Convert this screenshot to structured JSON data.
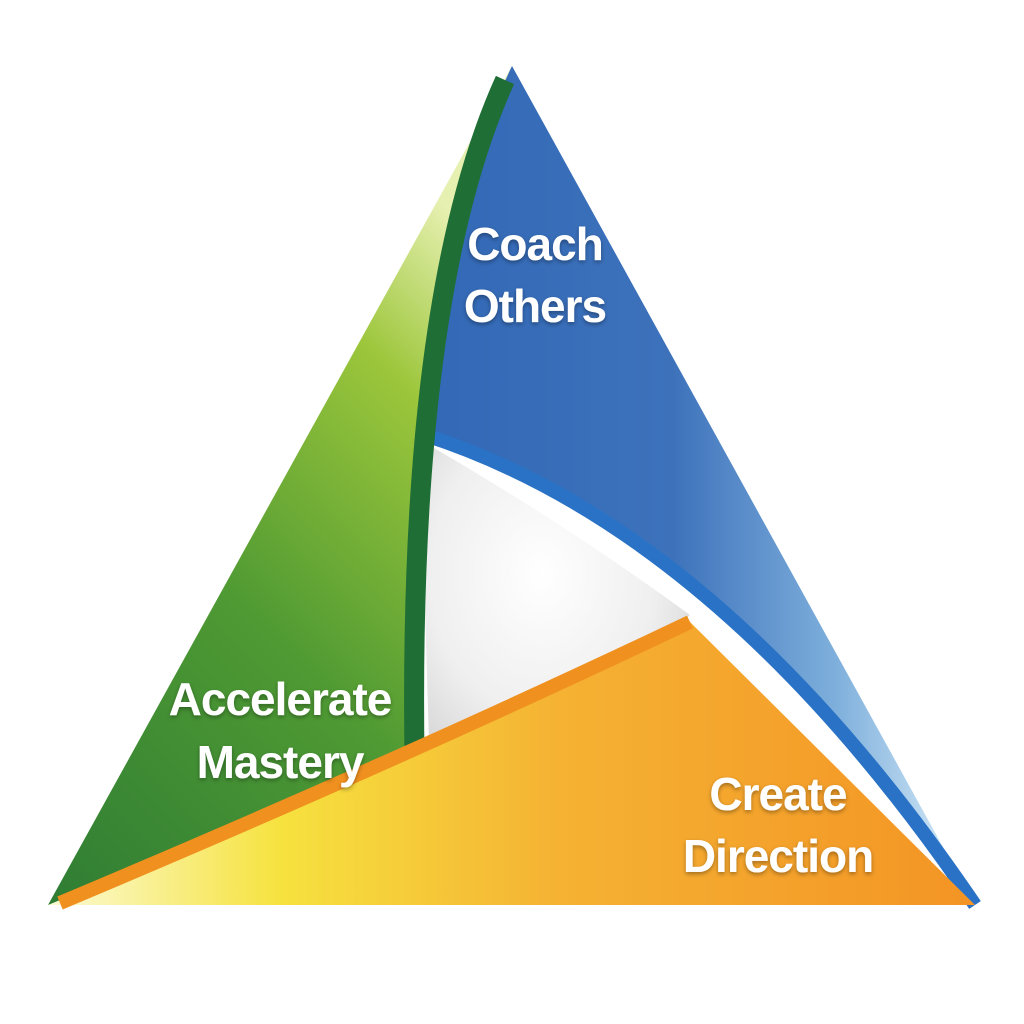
{
  "segments": {
    "coach": {
      "line1": "Coach",
      "line2": "Others",
      "color": "#3b6fb8"
    },
    "accelerate": {
      "line1": "Accelerate",
      "line2": "Mastery",
      "color": "#3f8d35"
    },
    "create": {
      "line1": "Create",
      "line2": "Direction",
      "color": "#f39a2a"
    },
    "center": {
      "color": "#eeeeee"
    }
  }
}
